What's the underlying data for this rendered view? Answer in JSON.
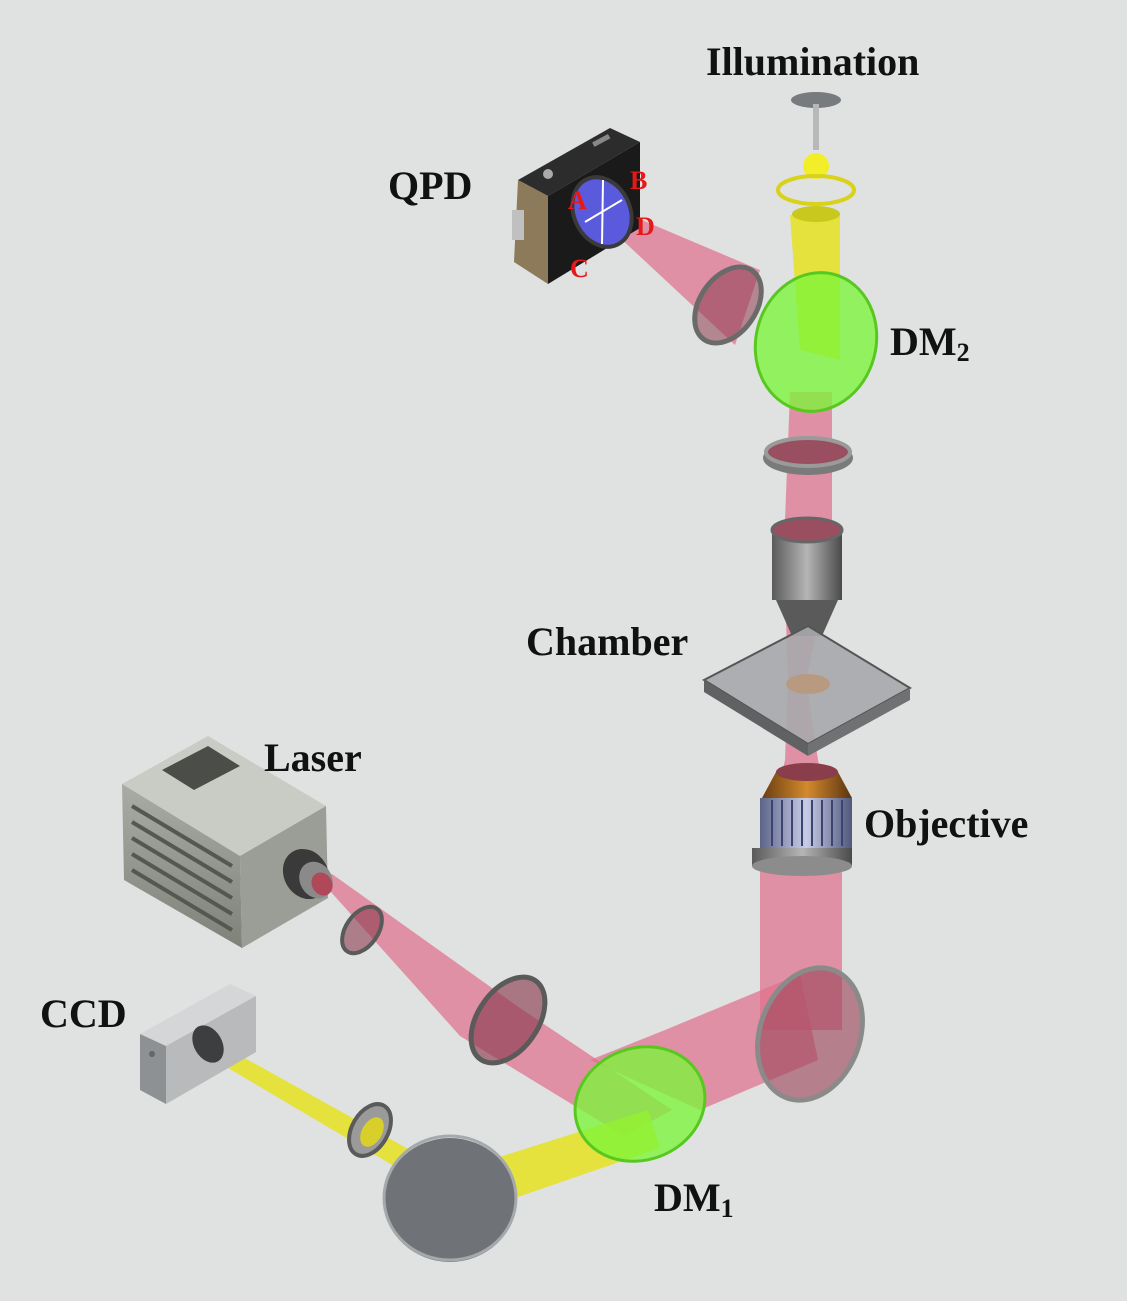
{
  "labels": {
    "illumination": "Illumination",
    "qpd": "QPD",
    "dm2": {
      "main": "DM",
      "sub": "2"
    },
    "chamber": "Chamber",
    "laser": "Laser",
    "objective": "Objective",
    "ccd": "CCD",
    "dm1": {
      "main": "DM",
      "sub": "1"
    }
  },
  "quadrants": {
    "a": "A",
    "b": "B",
    "c": "C",
    "d": "D"
  },
  "colors": {
    "background": "#dfe2e1",
    "laser_beam": "#e0708c",
    "illumination_beam": "#e6e020",
    "dichroic_mirror": "#7cf53a",
    "quadrant_text": "#e81818",
    "qpd_sensor": "#5a5adc"
  }
}
